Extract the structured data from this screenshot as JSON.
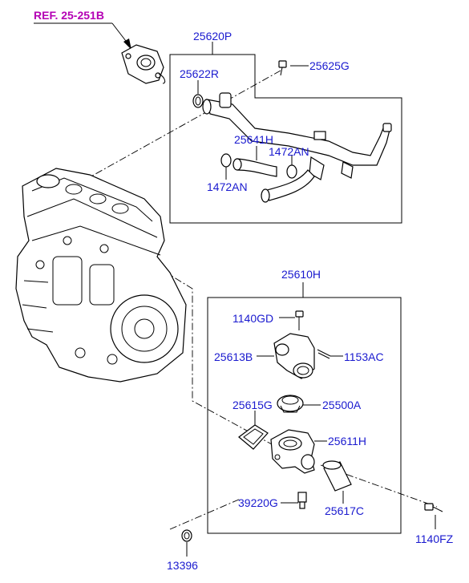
{
  "labels": {
    "ref": "REF. 25-251B",
    "p25620P": "25620P",
    "p25625G": "25625G",
    "p25622R": "25622R",
    "p25641H": "25641H",
    "p1472AN_a": "1472AN",
    "p1472AN_b": "1472AN",
    "p25610H": "25610H",
    "p1140GD": "1140GD",
    "p25613B": "25613B",
    "p1153AC": "1153AC",
    "p25615G": "25615G",
    "p25500A": "25500A",
    "p25611H": "25611H",
    "p39220G": "39220G",
    "p25617C": "25617C",
    "p1140FZ": "1140FZ",
    "p13396": "13396"
  },
  "colors": {
    "label": "#1a1acf",
    "ref": "#b400b4",
    "line": "#000000"
  }
}
